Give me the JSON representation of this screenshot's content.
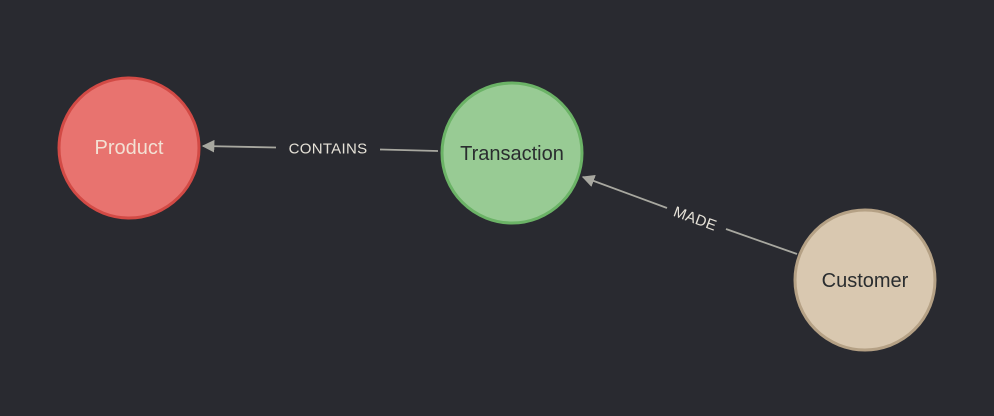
{
  "graph": {
    "nodes": [
      {
        "id": "product",
        "label": "Product",
        "fill": "#e8736f",
        "stroke": "#d24a45",
        "text_color": "#f3e1d4"
      },
      {
        "id": "transaction",
        "label": "Transaction",
        "fill": "#98cb94",
        "stroke": "#6bb366",
        "text_color": "#2a2d2f"
      },
      {
        "id": "customer",
        "label": "Customer",
        "fill": "#d9c8b0",
        "stroke": "#b5a185",
        "text_color": "#2a2d2f"
      }
    ],
    "edges": [
      {
        "id": "contains",
        "label": "CONTAINS",
        "from": "transaction",
        "to": "product"
      },
      {
        "id": "made",
        "label": "MADE",
        "from": "customer",
        "to": "transaction"
      }
    ],
    "colors": {
      "background": "#292a30",
      "edge": "#a8a8a0",
      "edge_label": "#e6e2d8"
    }
  }
}
